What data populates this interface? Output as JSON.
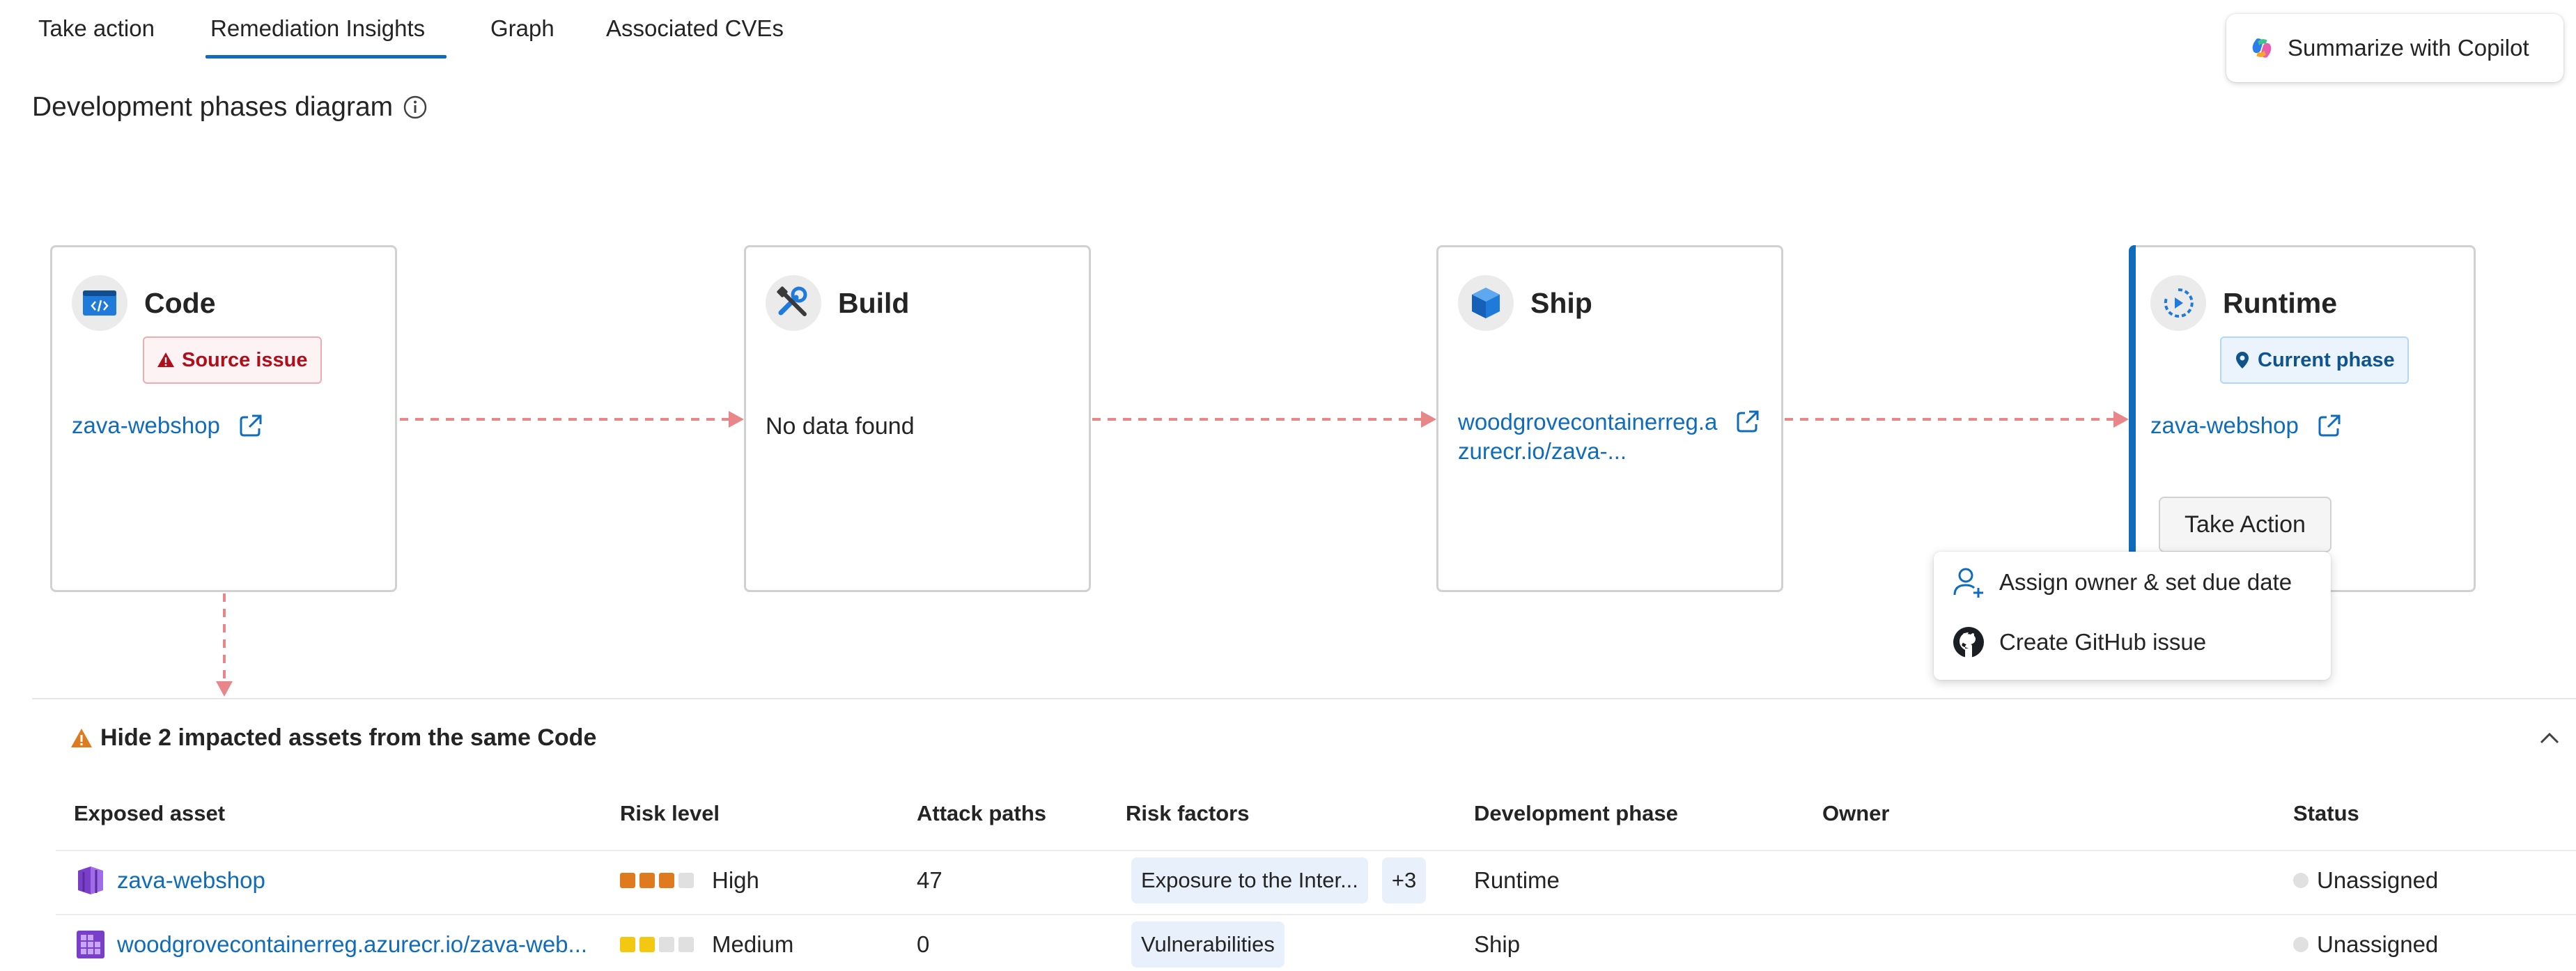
{
  "tabs": [
    {
      "label": "Take action"
    },
    {
      "label": "Remediation Insights",
      "active": true
    },
    {
      "label": "Graph"
    },
    {
      "label": "Associated CVEs"
    }
  ],
  "copilot": {
    "label": "Summarize with Copilot",
    "icon": "copilot-icon"
  },
  "section": {
    "title": "Development phases diagram",
    "icon": "info-icon"
  },
  "phases": {
    "code": {
      "title": "Code",
      "badge": "Source issue",
      "link": "zava-webshop",
      "icon": "code-window-icon"
    },
    "build": {
      "title": "Build",
      "empty": "No data found",
      "icon": "tools-icon"
    },
    "ship": {
      "title": "Ship",
      "link_line1": "woodgrovecontainerreg.a",
      "link_line2": "zurecr.io/zava-...",
      "icon": "container-cube-icon"
    },
    "runtime": {
      "title": "Runtime",
      "badge": "Current phase",
      "link": "zava-webshop",
      "action": "Take Action",
      "icon": "runtime-icon"
    }
  },
  "menu": {
    "items": [
      {
        "label": "Assign owner & set due date",
        "icon": "person-add-icon"
      },
      {
        "label": "Create GitHub issue",
        "icon": "github-icon"
      }
    ]
  },
  "impacted": {
    "label": "Hide 2 impacted assets from the same Code"
  },
  "table": {
    "headers": [
      "Exposed asset",
      "Risk level",
      "Attack paths",
      "Risk factors",
      "Development phase",
      "Owner",
      "Status"
    ],
    "rows": [
      {
        "asset": "zava-webshop",
        "risk": "High",
        "risk_filled": 3,
        "attack_paths": "47",
        "risk_factor": "Exposure to the Inter...",
        "more": "+3",
        "phase": "Runtime",
        "owner": "",
        "status": "Unassigned"
      },
      {
        "asset": "woodgrovecontainerreg.azurecr.io/zava-web...",
        "risk": "Medium",
        "risk_filled": 2,
        "attack_paths": "0",
        "risk_factor": "Vulnerabilities",
        "more": "",
        "phase": "Ship",
        "owner": "",
        "status": "Unassigned"
      }
    ]
  },
  "colors": {
    "accent": "#0f6cbd",
    "danger": "#b10e1c",
    "arrow": "#e8868a",
    "risk_high": "#e07a1f",
    "risk_medium": "#f2c811"
  }
}
